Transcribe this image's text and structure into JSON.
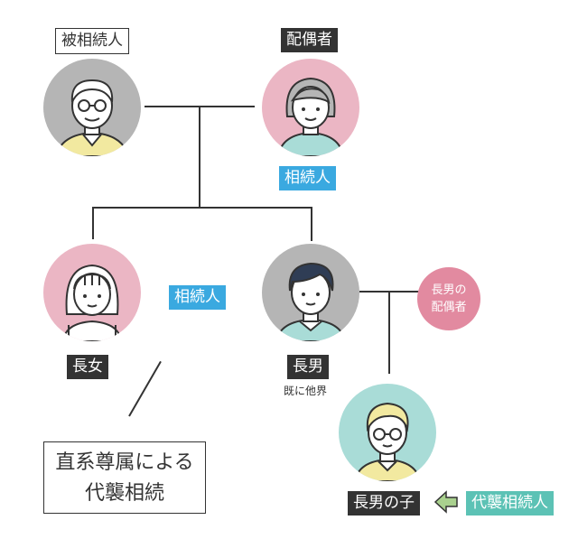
{
  "people": {
    "decedent": {
      "label": "被相続人"
    },
    "spouse": {
      "label": "配偶者",
      "role": "相続人"
    },
    "daughter": {
      "label": "長女"
    },
    "son": {
      "label": "長男",
      "note": "既に他界"
    },
    "son_spouse": {
      "label_line1": "長男の",
      "label_line2": "配偶者"
    },
    "grandchild": {
      "label": "長男の子",
      "role": "代襲相続人"
    }
  },
  "middle_role": "相続人",
  "callout": {
    "line1": "直系尊属による",
    "line2": "代襲相続"
  },
  "colors": {
    "dark_label": "#333333",
    "heir_blue": "#3aa9e0",
    "substitute_teal": "#5cc2b5",
    "spouse_pink": "#e28aa0",
    "arrow_green": "#a9d18e"
  }
}
